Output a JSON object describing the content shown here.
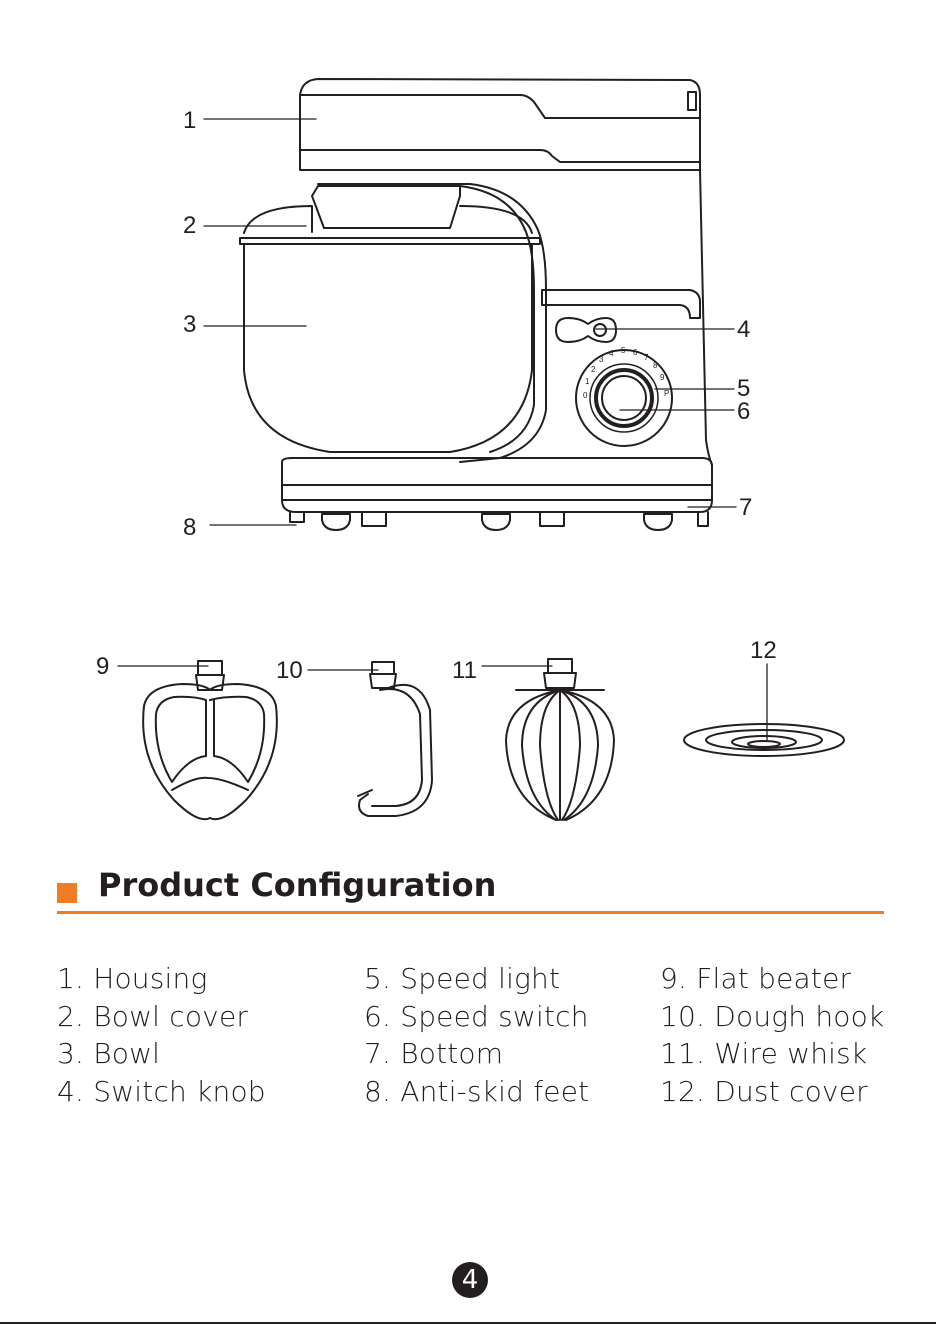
{
  "callouts": {
    "c1": "1",
    "c2": "2",
    "c3": "3",
    "c4": "4",
    "c5": "5",
    "c6": "6",
    "c7": "7",
    "c8": "8",
    "c9": "9",
    "c10": "10",
    "c11": "11",
    "c12": "12"
  },
  "dial_numbers": [
    "0",
    "1",
    "2",
    "3",
    "4",
    "5",
    "6",
    "7",
    "8",
    "9",
    "P"
  ],
  "section": {
    "title": "Product Configuration"
  },
  "parts": {
    "col1": [
      "1. Housing",
      "2. Bowl cover",
      "3. Bowl",
      "4. Switch knob"
    ],
    "col2": [
      "5. Speed light",
      "6. Speed switch",
      "7. Bottom",
      "8. Anti-skid feet"
    ],
    "col3": [
      "9. Flat beater",
      "10. Dough hook",
      "11. Wire whisk",
      "12. Dust cover"
    ]
  },
  "page_number": "4",
  "colors": {
    "accent": "#f07c25",
    "text": "#231f20"
  }
}
